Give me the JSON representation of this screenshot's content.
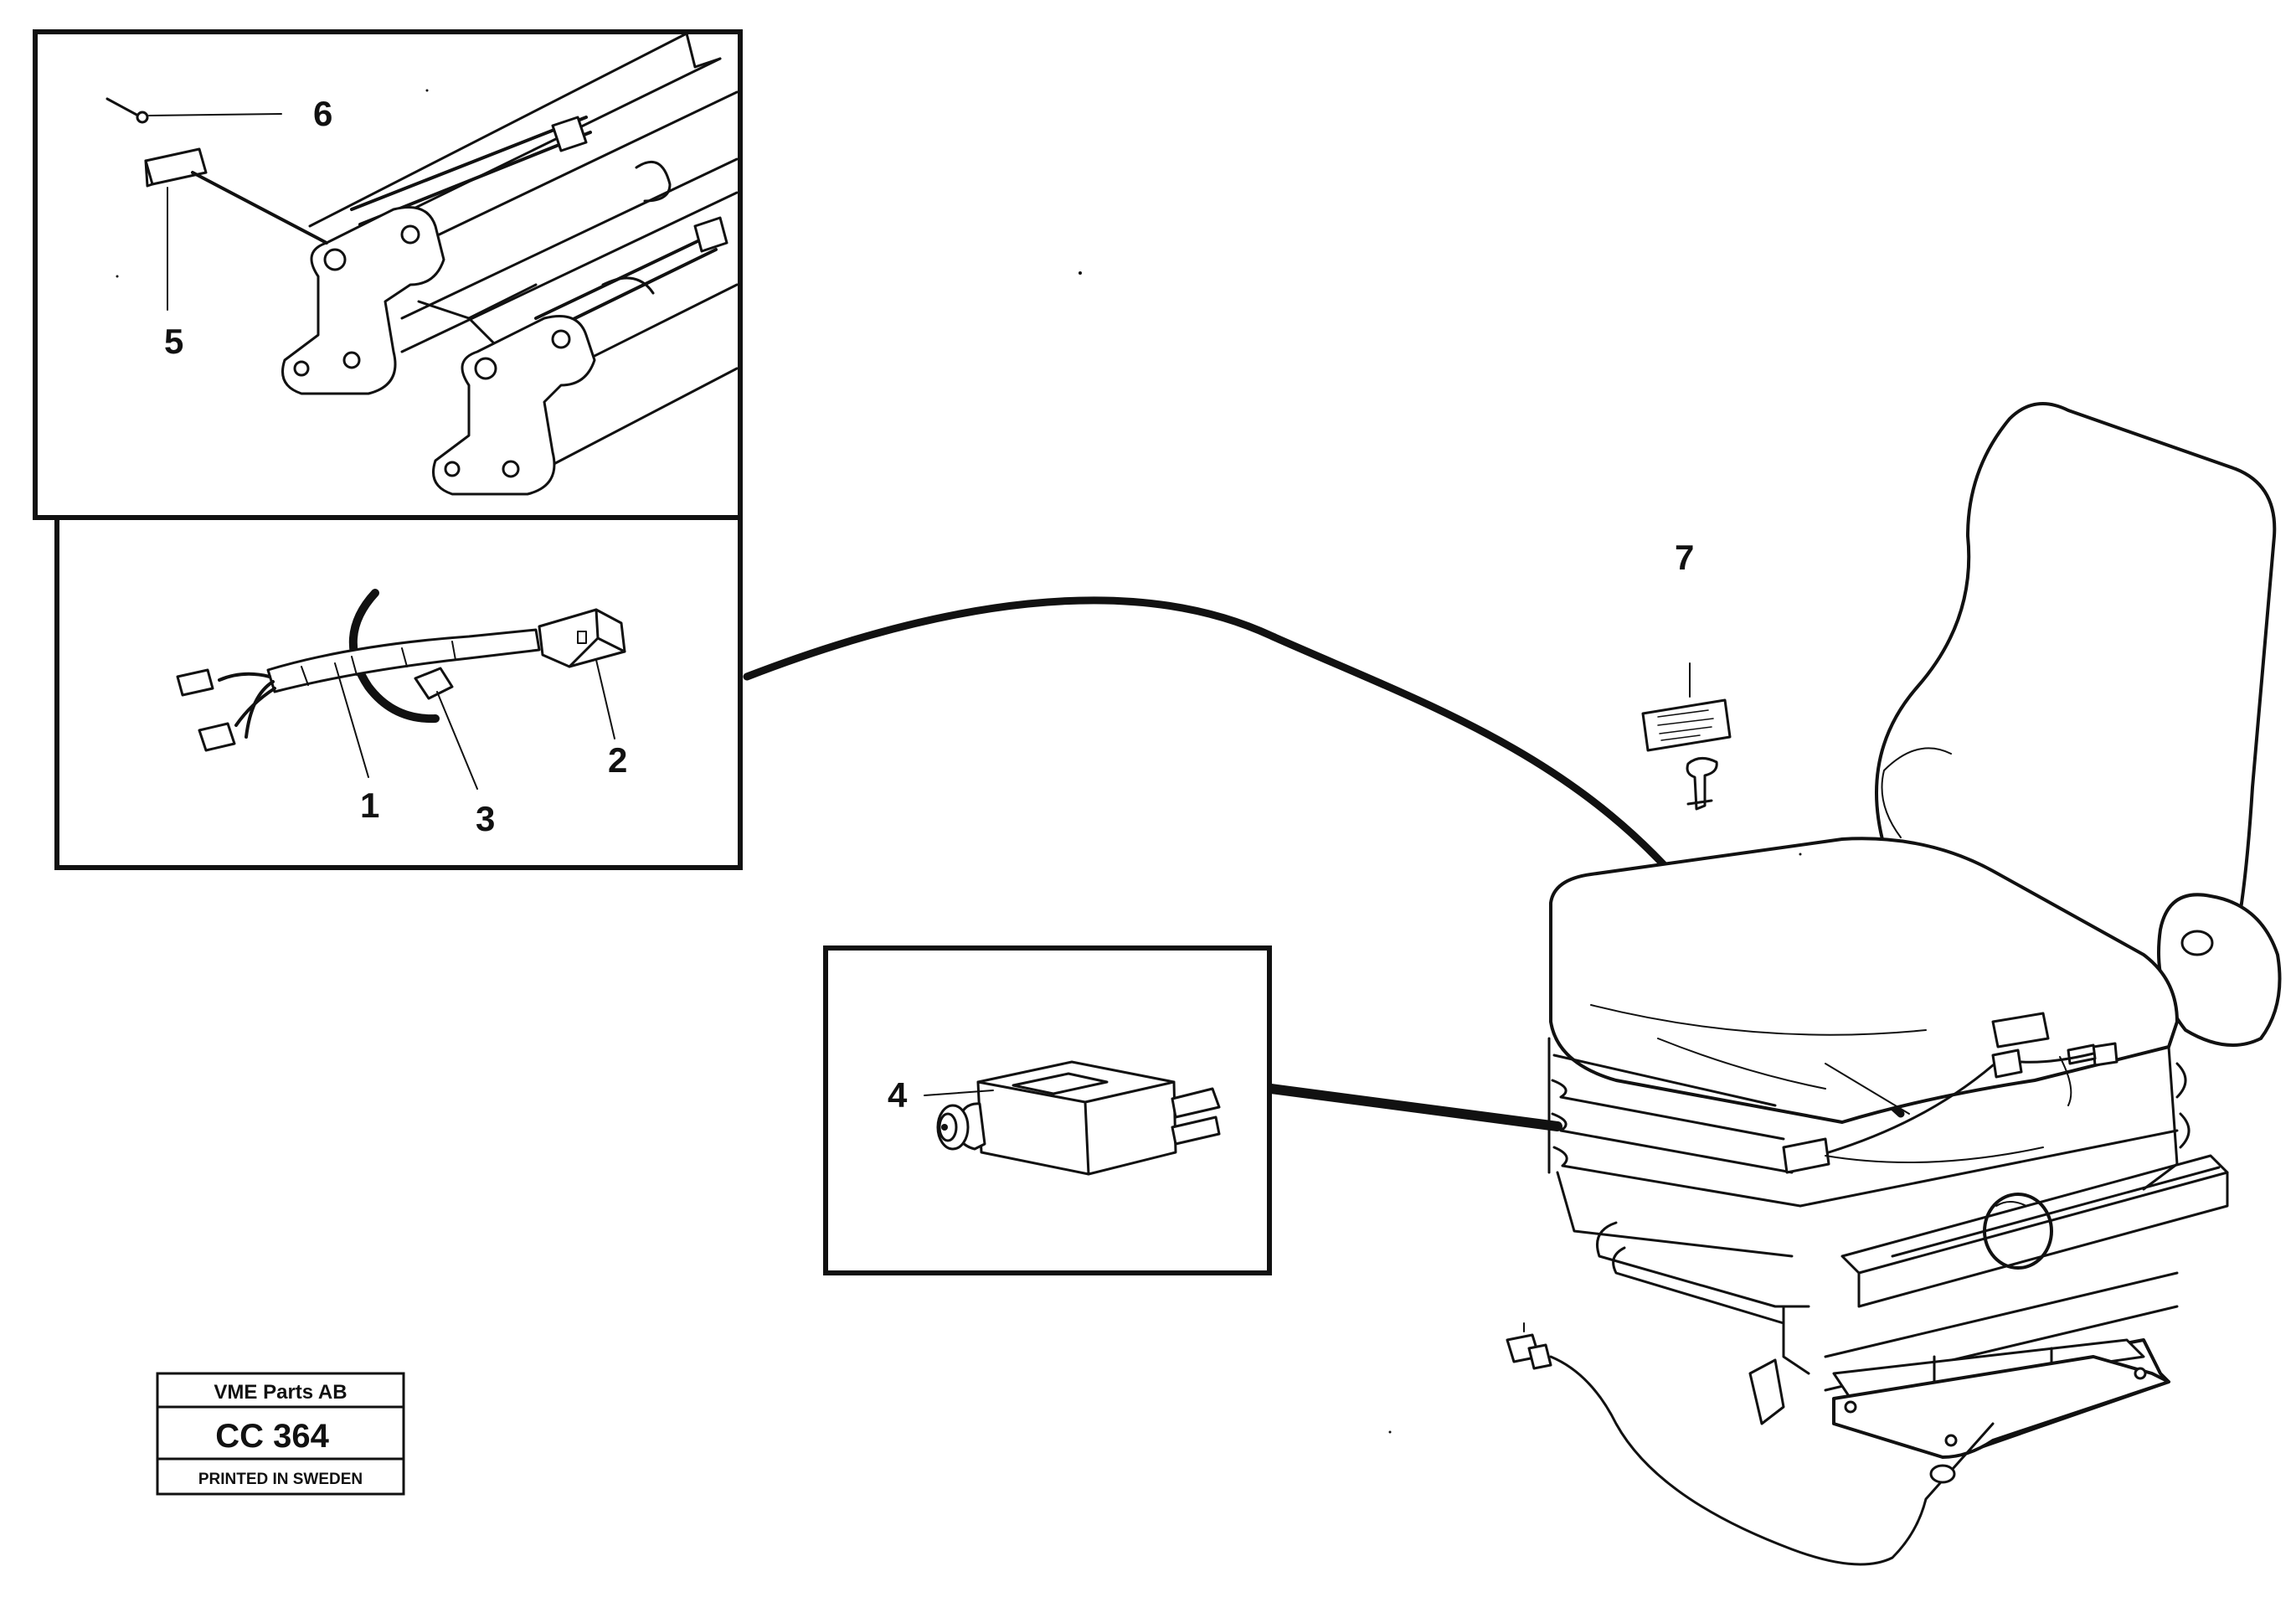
{
  "callouts": {
    "c1": "1",
    "c2": "2",
    "c3": "3",
    "c4": "4",
    "c5": "5",
    "c6": "6",
    "c7": "7"
  },
  "stamp": {
    "company": "VME Parts AB",
    "code": "CC 364",
    "printed": "PRINTED IN SWEDEN"
  },
  "colors": {
    "ink": "#111111",
    "paper": "#ffffff"
  }
}
